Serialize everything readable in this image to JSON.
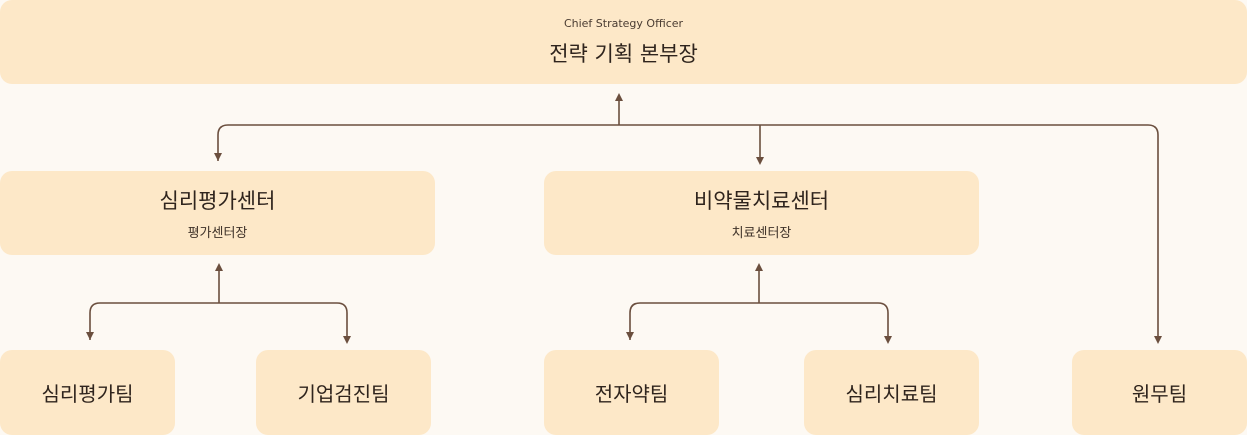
{
  "top": {
    "subtitle": "Chief Strategy Officer",
    "title": "전략 기획 본부장"
  },
  "centers": [
    {
      "title": "심리평가센터",
      "subtitle": "평가센터장"
    },
    {
      "title": "비약물치료센터",
      "subtitle": "치료센터장"
    }
  ],
  "teams": [
    {
      "title": "심리평가팀"
    },
    {
      "title": "기업검진팀"
    },
    {
      "title": "전자약팀"
    },
    {
      "title": "심리치료팀"
    },
    {
      "title": "원무팀"
    }
  ],
  "colors": {
    "box": "#fde8c8",
    "background": "#fdf9f3",
    "connector": "#6b4f3e"
  }
}
